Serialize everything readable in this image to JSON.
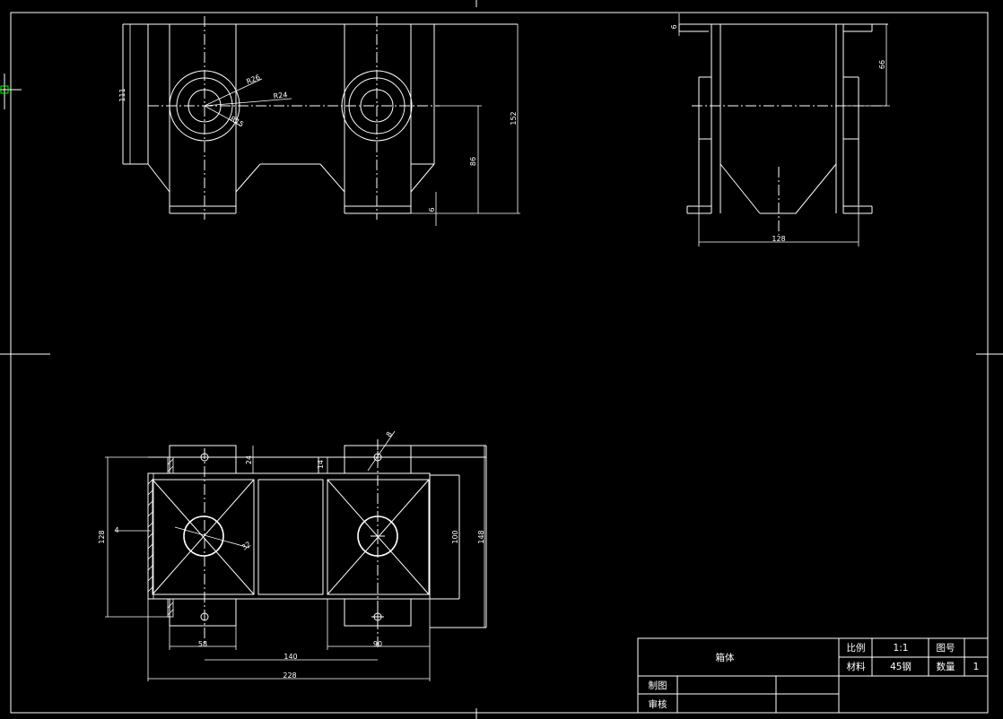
{
  "colors": {
    "background": "#000000",
    "lines": "#ffffff",
    "cursor": "#00ff00"
  },
  "front_view": {
    "dim_r26": "R26",
    "dim_r24": "R24",
    "dim_r15": "R15",
    "dim_111": "111",
    "dim_152": "152",
    "dim_86": "86",
    "dim_6": "6"
  },
  "side_view": {
    "dim_6": "6",
    "dim_66": "66",
    "dim_128": "128"
  },
  "top_view": {
    "dim_128": "128",
    "dim_4": "4",
    "dim_24": "24",
    "dim_14": "14",
    "dim_d8": "8",
    "dim_d32": "32",
    "dim_100": "100",
    "dim_148": "148",
    "dim_58": "58",
    "dim_90": "90",
    "dim_140": "140",
    "dim_228": "228"
  },
  "title_block": {
    "part_name": "箱体",
    "scale_label": "比例",
    "scale_value": "1:1",
    "drawing_no_label": "图号",
    "material_label": "材料",
    "material_value": "45钢",
    "quantity_label": "数量",
    "quantity_value": "1",
    "drawn_by_label": "制图",
    "reviewed_by_label": "审核"
  }
}
